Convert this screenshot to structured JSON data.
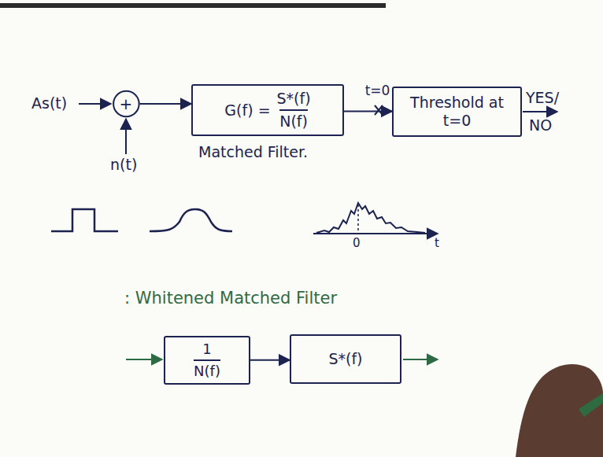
{
  "diagram": {
    "nodes": [
      {
        "text": [
          "+"
        ]
      },
      {
        "text": [
          "G(f) =",
          "S*(f)",
          "N(f)"
        ]
      },
      {
        "text": [
          "Threshold at t=0"
        ]
      },
      {
        "text": [
          "1",
          "N(f)"
        ]
      },
      {
        "text": [
          "S*(f)"
        ]
      }
    ],
    "edges": [
      {
        "from": 0,
        "to": 1,
        "arrow": "to"
      },
      {
        "from": 1,
        "to": 2,
        "arrow": "to",
        "label": "t=0"
      },
      {
        "from": 3,
        "to": 4,
        "arrow": "to"
      }
    ],
    "labels": [
      "As(t)",
      "n(t)",
      "Matched Filter.",
      "YES/",
      "NO",
      "0",
      "t",
      ": Whitened Matched Filter"
    ]
  }
}
